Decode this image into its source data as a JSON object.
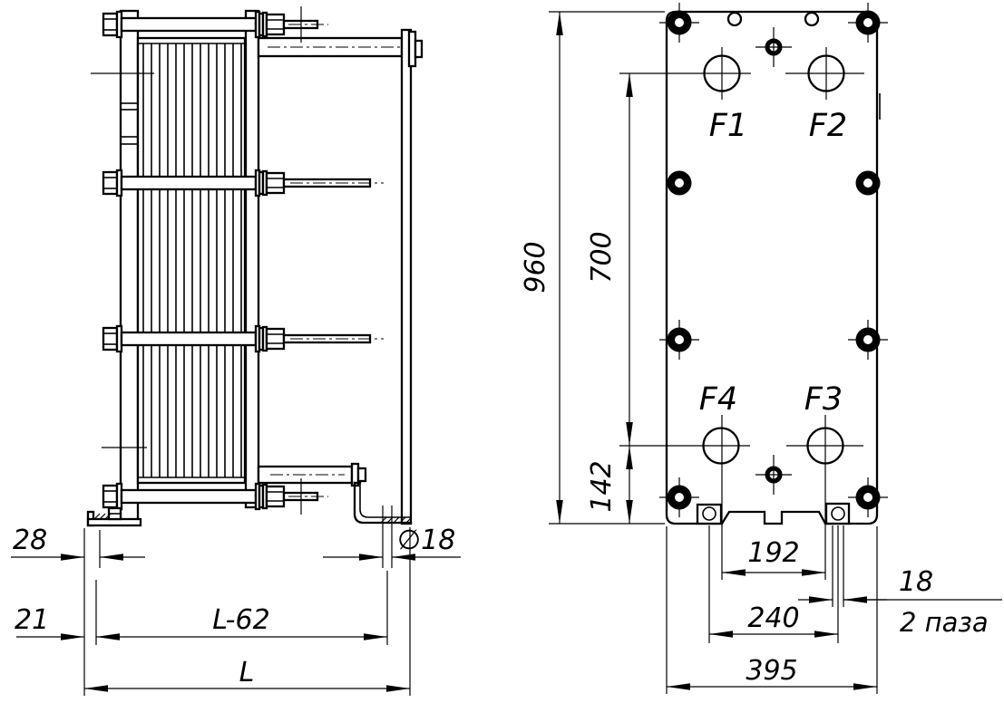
{
  "left_view": {
    "labels": {
      "dim_28": "28",
      "dim_21": "21",
      "dim_l_minus_62": "L-62",
      "dim_l": "L",
      "dia_18": "∅18"
    }
  },
  "right_view": {
    "ports": {
      "f1": "F1",
      "f2": "F2",
      "f3": "F3",
      "f4": "F4"
    },
    "labels": {
      "dim_960": "960",
      "dim_700": "700",
      "dim_142": "142",
      "dim_192": "192",
      "dim_240": "240",
      "dim_395": "395",
      "dim_18": "18",
      "slots_note": "2 паза"
    }
  }
}
